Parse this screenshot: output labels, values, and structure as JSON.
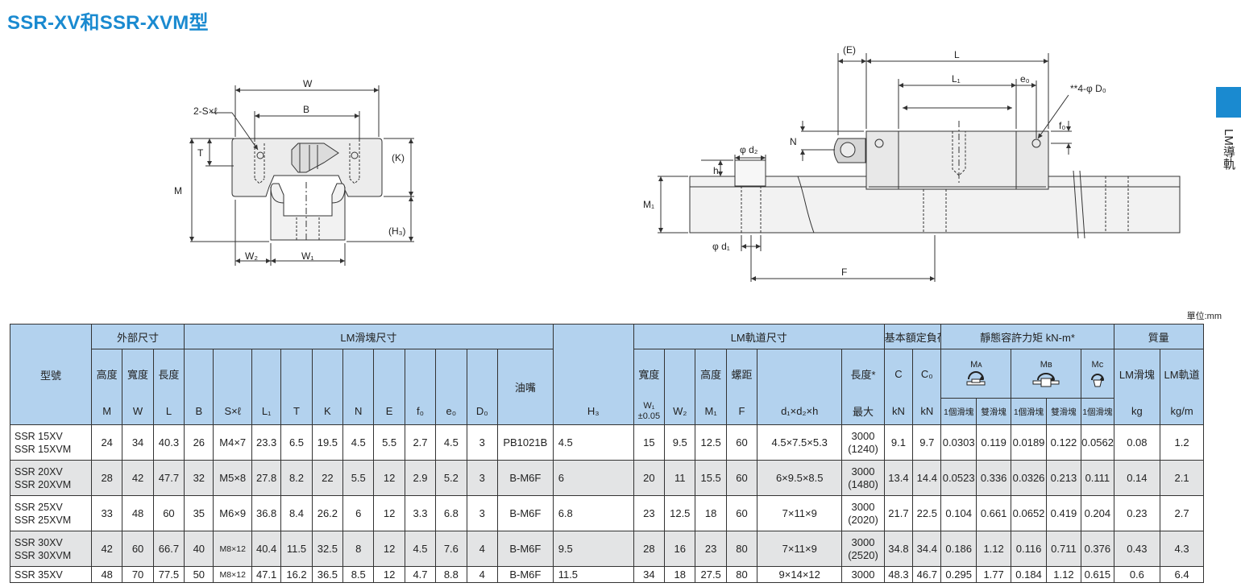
{
  "title": "SSR-XV和SSR-XVM型",
  "side_tab": "LM導軌",
  "unit_label": "單位:mm",
  "left_drawing": {
    "labels": [
      "W",
      "B",
      "2-S×ℓ",
      "T",
      "M",
      "(K)",
      "(H₃)",
      "W₂",
      "W₁"
    ]
  },
  "right_drawing": {
    "labels": [
      "(E)",
      "L",
      "L₁",
      "e₀",
      "**4-φ D₀",
      "f₀",
      "N",
      "φ d₂",
      "h",
      "M₁",
      "φ d₁",
      "F"
    ]
  },
  "table": {
    "group_headers": {
      "model": "型號",
      "outer": "外部尺寸",
      "block": "LM滑塊尺寸",
      "rail": "LM軌道尺寸",
      "load": "基本額定負荷",
      "moment": "靜態容許力矩 kN-m*",
      "mass": "質量"
    },
    "sub_headers": {
      "height": "高度",
      "width": "寬度",
      "length": "長度",
      "grease": "油嘴",
      "rail_width": "寬度",
      "rail_height": "高度",
      "pitch": "螺距",
      "rail_length": "長度*",
      "C": "C",
      "C0": "C₀",
      "MA": "Mᴀ",
      "MB": "Mʙ",
      "MC": "Mᴄ",
      "block_mass": "LM滑塊",
      "rail_mass": "LM軌道"
    },
    "sym_headers": {
      "M": "M",
      "W": "W",
      "L": "L",
      "B": "B",
      "Sxl": "S×ℓ",
      "L1": "L₁",
      "T": "T",
      "K": "K",
      "N": "N",
      "E": "E",
      "f0": "f₀",
      "e0": "e₀",
      "D0": "D₀",
      "H3": "H₃",
      "W1": "W₁",
      "W1tol": "±0.05",
      "W2": "W₂",
      "M1": "M₁",
      "F": "F",
      "d1d2h": "d₁×d₂×h",
      "max": "最大",
      "kN1": "kN",
      "kN2": "kN",
      "one_a": "1個滑塊",
      "dbl_a": "雙滑塊",
      "one_b": "1個滑塊",
      "dbl_b": "雙滑塊",
      "one_c": "1個滑塊",
      "kg": "kg",
      "kgm": "kg/m"
    },
    "rows": [
      {
        "model1": "SSR 15XV",
        "model2": "SSR 15XVM",
        "M": "24",
        "W": "34",
        "L": "40.3",
        "B": "26",
        "Sxl": "M4×7",
        "L1": "23.3",
        "T": "6.5",
        "K": "19.5",
        "N": "4.5",
        "E": "5.5",
        "f0": "2.7",
        "e0": "4.5",
        "D0": "3",
        "grease": "PB1021B",
        "H3": "4.5",
        "W1": "15",
        "W2": "9.5",
        "M1": "12.5",
        "F": "60",
        "d": "4.5×7.5×5.3",
        "lmax": "3000",
        "lstd": "(1240)",
        "C": "9.1",
        "C0": "9.7",
        "MA1": "0.0303",
        "MA2": "0.119",
        "MB1": "0.0189",
        "MB2": "0.122",
        "MC": "0.0562",
        "mblock": "0.08",
        "mrail": "1.2"
      },
      {
        "model1": "SSR 20XV",
        "model2": "SSR 20XVM",
        "M": "28",
        "W": "42",
        "L": "47.7",
        "B": "32",
        "Sxl": "M5×8",
        "L1": "27.8",
        "T": "8.2",
        "K": "22",
        "N": "5.5",
        "E": "12",
        "f0": "2.9",
        "e0": "5.2",
        "D0": "3",
        "grease": "B-M6F",
        "H3": "6",
        "W1": "20",
        "W2": "11",
        "M1": "15.5",
        "F": "60",
        "d": "6×9.5×8.5",
        "lmax": "3000",
        "lstd": "(1480)",
        "C": "13.4",
        "C0": "14.4",
        "MA1": "0.0523",
        "MA2": "0.336",
        "MB1": "0.0326",
        "MB2": "0.213",
        "MC": "0.111",
        "mblock": "0.14",
        "mrail": "2.1"
      },
      {
        "model1": "SSR 25XV",
        "model2": "SSR 25XVM",
        "M": "33",
        "W": "48",
        "L": "60",
        "B": "35",
        "Sxl": "M6×9",
        "L1": "36.8",
        "T": "8.4",
        "K": "26.2",
        "N": "6",
        "E": "12",
        "f0": "3.3",
        "e0": "6.8",
        "D0": "3",
        "grease": "B-M6F",
        "H3": "6.8",
        "W1": "23",
        "W2": "12.5",
        "M1": "18",
        "F": "60",
        "d": "7×11×9",
        "lmax": "3000",
        "lstd": "(2020)",
        "C": "21.7",
        "C0": "22.5",
        "MA1": "0.104",
        "MA2": "0.661",
        "MB1": "0.0652",
        "MB2": "0.419",
        "MC": "0.204",
        "mblock": "0.23",
        "mrail": "2.7"
      },
      {
        "model1": "SSR 30XV",
        "model2": "SSR 30XVM",
        "M": "42",
        "W": "60",
        "L": "66.7",
        "B": "40",
        "Sxl": "M8×12",
        "L1": "40.4",
        "T": "11.5",
        "K": "32.5",
        "N": "8",
        "E": "12",
        "f0": "4.5",
        "e0": "7.6",
        "D0": "4",
        "grease": "B-M6F",
        "H3": "9.5",
        "W1": "28",
        "W2": "16",
        "M1": "23",
        "F": "80",
        "d": "7×11×9",
        "lmax": "3000",
        "lstd": "(2520)",
        "C": "34.8",
        "C0": "34.4",
        "MA1": "0.186",
        "MA2": "1.12",
        "MB1": "0.116",
        "MB2": "0.711",
        "MC": "0.376",
        "mblock": "0.43",
        "mrail": "4.3"
      },
      {
        "model1": "SSR 35XV",
        "model2": "",
        "M": "48",
        "W": "70",
        "L": "77.5",
        "B": "50",
        "Sxl": "M8×12",
        "L1": "47.1",
        "T": "16.2",
        "K": "36.5",
        "N": "8.5",
        "E": "12",
        "f0": "4.7",
        "e0": "8.8",
        "D0": "4",
        "grease": "B-M6F",
        "H3": "11.5",
        "W1": "34",
        "W2": "18",
        "M1": "27.5",
        "F": "80",
        "d": "9×14×12",
        "lmax": "3000",
        "lstd": "",
        "C": "48.3",
        "C0": "46.7",
        "MA1": "0.295",
        "MA2": "1.77",
        "MB1": "0.184",
        "MB2": "1.12",
        "MC": "0.615",
        "mblock": "0.6",
        "mrail": "6.4"
      }
    ]
  }
}
